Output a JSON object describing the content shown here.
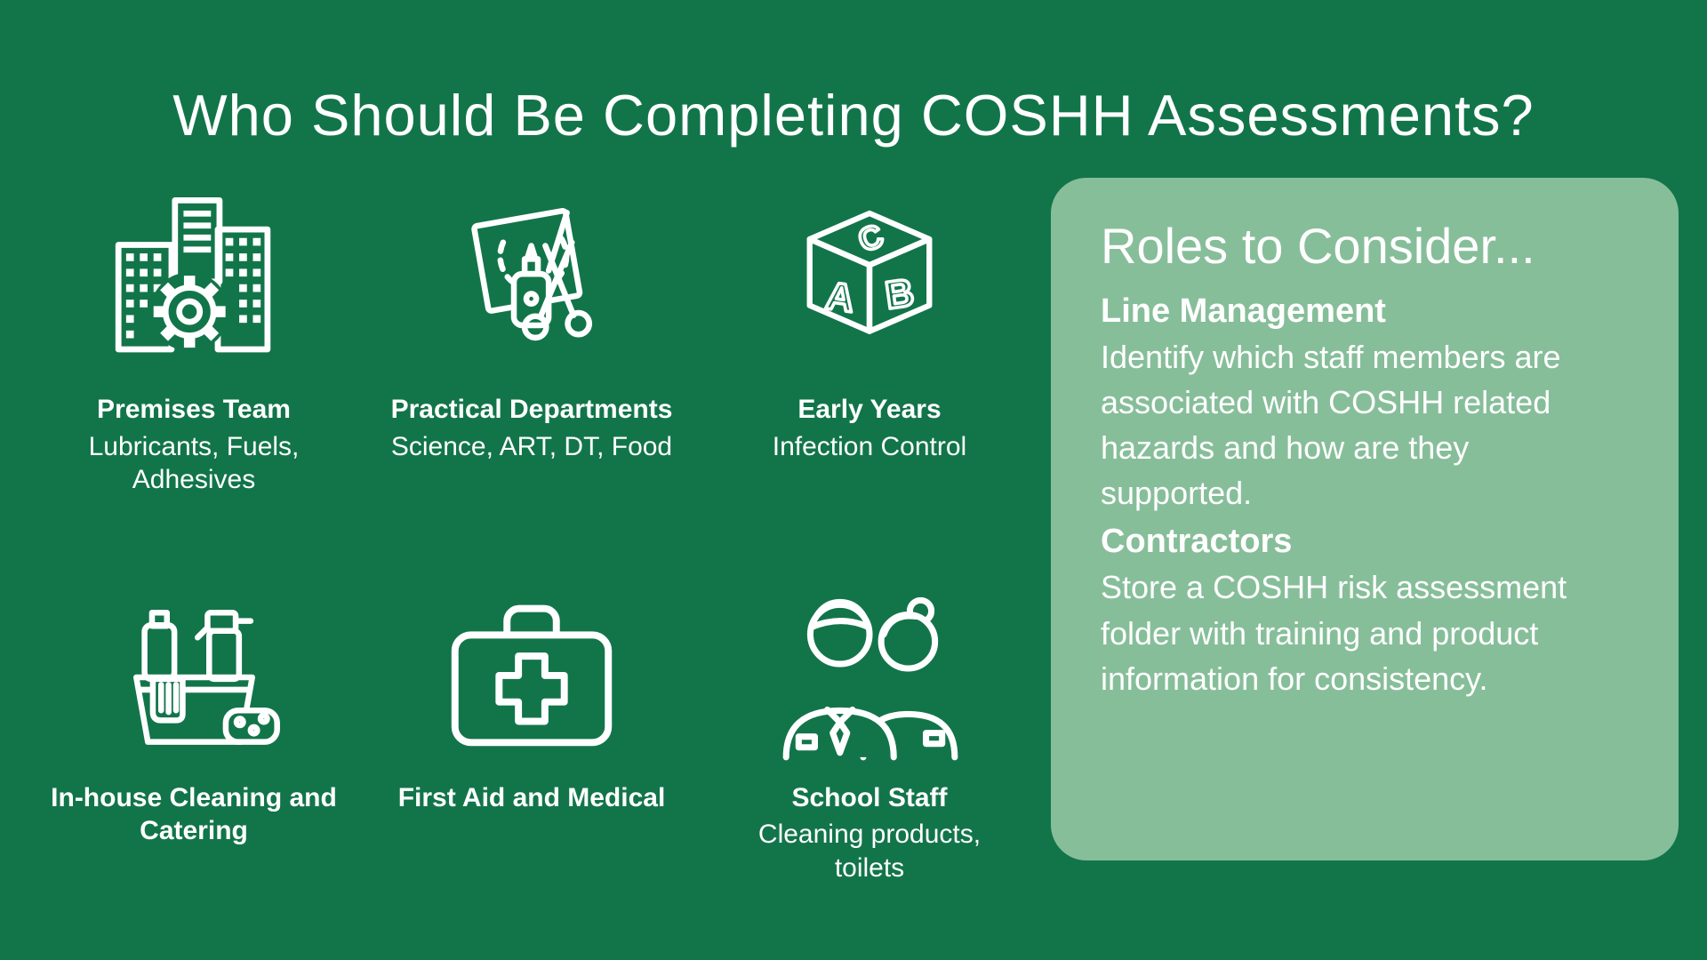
{
  "title": "Who Should Be Completing COSHH Assessments?",
  "colors": {
    "background": "#12754A",
    "panel": "#87BE9A",
    "text": "#FFFFFF"
  },
  "items": [
    {
      "icon": "buildings-gear-icon",
      "title": "Premises Team",
      "subtitle": "Lubricants, Fuels, Adhesives"
    },
    {
      "icon": "art-supplies-icon",
      "title": "Practical Departments",
      "subtitle": "Science, ART, DT, Food"
    },
    {
      "icon": "abc-block-icon",
      "title": "Early Years",
      "subtitle": "Infection Control"
    },
    {
      "icon": "cleaning-bucket-icon",
      "title": "In-house Cleaning and Catering",
      "subtitle": ""
    },
    {
      "icon": "first-aid-kit-icon",
      "title": "First Aid and Medical",
      "subtitle": ""
    },
    {
      "icon": "school-staff-icon",
      "title": "School Staff",
      "subtitle": "Cleaning products, toilets"
    }
  ],
  "panel": {
    "title": "Roles to Consider...",
    "sections": [
      {
        "heading": "Line Management",
        "body": "Identify which staff members are associated with COSHH related hazards and how are they supported."
      },
      {
        "heading": "Contractors",
        "body": "Store a COSHH risk assessment folder with training and product information for consistency."
      }
    ]
  }
}
